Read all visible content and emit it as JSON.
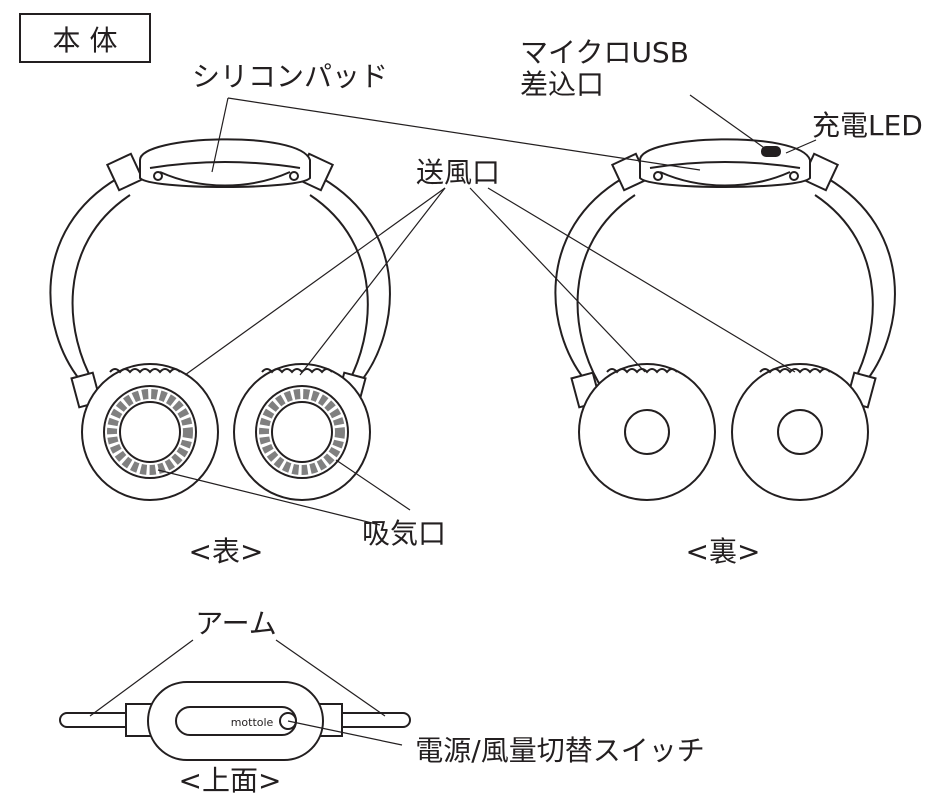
{
  "title": "本 体",
  "labels": {
    "silicon_pad": "シリコンパッド",
    "micro_usb_line1": "マイクロUSB",
    "micro_usb_line2": "差込口",
    "charge_led": "充電LED",
    "air_outlet": "送風口",
    "air_intake": "吸気口",
    "arm": "アーム",
    "switch": "電源/風量切替スイッチ",
    "brand": "mottole"
  },
  "views": {
    "front": "<表>",
    "back": "<裏>",
    "top": "<上面>"
  },
  "colors": {
    "ink": "#231f20",
    "vent": "#808080",
    "background": "#ffffff"
  }
}
